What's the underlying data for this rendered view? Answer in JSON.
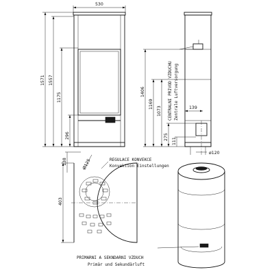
{
  "front_view": {
    "width_dim": "530",
    "height_dims": [
      "1571",
      "1557",
      "1175",
      "296"
    ]
  },
  "side_view": {
    "height_dims": [
      "1406",
      "1169",
      "1073",
      "275",
      "111"
    ],
    "dim_139": "139",
    "dim_diameter": "ø120",
    "label_cz": "CENTRALNI PRIVOD VZDUCHU",
    "label_de": "Zentrale Luftversorgung"
  },
  "top_view": {
    "dim_138": "138",
    "dim_403": "403",
    "dim_angle": "Ø125",
    "label_cz": "REGULACE KONVEKCE",
    "label_de": "Konvektion Einstellungen"
  },
  "perspective": {
    "label_cz": "PRIMARNI A SEKNDARNI VZDUCH",
    "label_de": "Primär und Sekundärluft"
  }
}
